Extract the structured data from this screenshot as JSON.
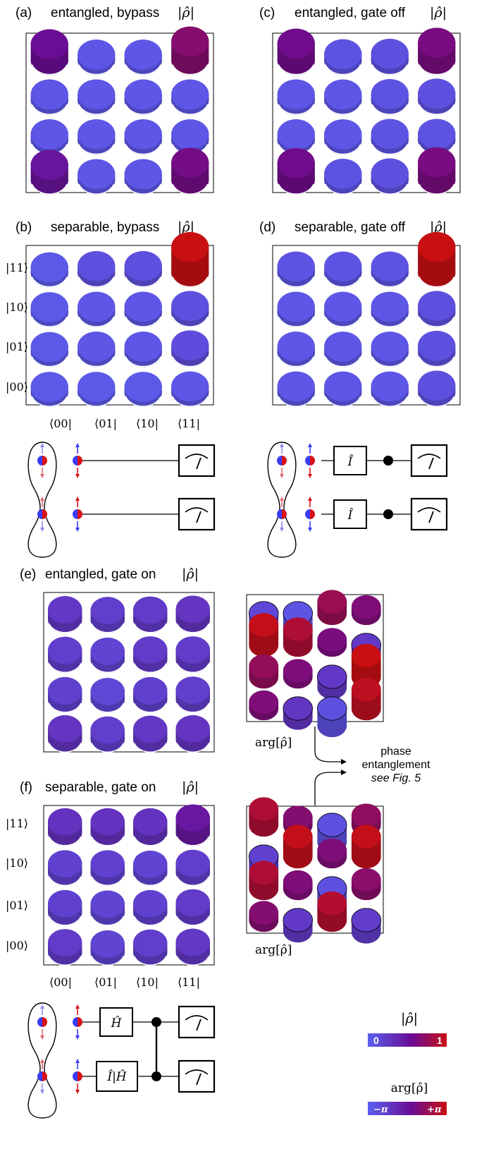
{
  "panels": {
    "a": {
      "letter": "(a)",
      "title": "entangled, bypass",
      "rho": "|ρ̂|",
      "grid": [
        [
          0.55,
          0.06,
          0.06,
          0.68
        ],
        [
          0.06,
          0.06,
          0.06,
          0.06
        ],
        [
          0.06,
          0.06,
          0.06,
          0.06
        ],
        [
          0.5,
          0.06,
          0.06,
          0.6
        ]
      ]
    },
    "b": {
      "letter": "(b)",
      "title": "separable, bypass",
      "rho": "|ρ̂|",
      "grid": [
        [
          0.04,
          0.1,
          0.1,
          1.0
        ],
        [
          0.04,
          0.06,
          0.06,
          0.1
        ],
        [
          0.04,
          0.06,
          0.06,
          0.12
        ],
        [
          0.04,
          0.04,
          0.04,
          0.06
        ]
      ]
    },
    "c": {
      "letter": "(c)",
      "title": "entangled, gate off",
      "rho": "|ρ̂|",
      "grid": [
        [
          0.58,
          0.08,
          0.1,
          0.62
        ],
        [
          0.06,
          0.06,
          0.08,
          0.1
        ],
        [
          0.06,
          0.06,
          0.08,
          0.08
        ],
        [
          0.58,
          0.08,
          0.1,
          0.62
        ]
      ]
    },
    "d": {
      "letter": "(d)",
      "title": "separable, gate off",
      "rho": "|ρ̂|",
      "grid": [
        [
          0.08,
          0.08,
          0.08,
          1.0
        ],
        [
          0.06,
          0.06,
          0.06,
          0.1
        ],
        [
          0.06,
          0.06,
          0.06,
          0.1
        ],
        [
          0.06,
          0.06,
          0.06,
          0.1
        ]
      ]
    },
    "e": {
      "letter": "(e)",
      "title": "entangled, gate on",
      "rho": "|ρ̂|",
      "grid": [
        [
          0.26,
          0.22,
          0.24,
          0.28
        ],
        [
          0.22,
          0.18,
          0.24,
          0.24
        ],
        [
          0.2,
          0.16,
          0.2,
          0.22
        ],
        [
          0.28,
          0.22,
          0.26,
          0.28
        ]
      ]
    },
    "f": {
      "letter": "(f)",
      "title": "separable, gate on",
      "rho": "|ρ̂|",
      "grid": [
        [
          0.3,
          0.3,
          0.3,
          0.48
        ],
        [
          0.2,
          0.2,
          0.18,
          0.22
        ],
        [
          0.2,
          0.18,
          0.2,
          0.24
        ],
        [
          0.24,
          0.18,
          0.22,
          0.26
        ]
      ]
    }
  },
  "phase_panels": {
    "e": {
      "label": "arg[ρ̂]",
      "grid": [
        [
          -0.7,
          -0.85,
          0.55,
          0.3
        ],
        [
          0.95,
          0.75,
          0.25,
          -0.5
        ],
        [
          0.5,
          0.28,
          -0.5,
          1.0
        ],
        [
          0.3,
          -0.45,
          -0.8,
          0.9
        ]
      ]
    },
    "f": {
      "label": "arg[ρ̂]",
      "grid": [
        [
          0.75,
          0.35,
          -0.8,
          0.45
        ],
        [
          -0.6,
          0.95,
          0.3,
          0.95
        ],
        [
          0.75,
          0.3,
          -0.8,
          0.4
        ],
        [
          0.35,
          -0.5,
          0.8,
          -0.55
        ]
      ]
    }
  },
  "row_labels": [
    "|11⟩",
    "|10⟩",
    "|01⟩",
    "|00⟩"
  ],
  "col_labels": [
    "⟨00|",
    "⟨01|",
    "⟨10|",
    "⟨11|"
  ],
  "circuit": {
    "identity_op": "Î",
    "hadamard_op": "Ĥ",
    "conditional_op": "Î|Ĥ"
  },
  "phase_note": {
    "line1": "phase",
    "line2": "entanglement",
    "line3": "see Fig. 5"
  },
  "legend": {
    "abs_title": "|ρ̂|",
    "abs_min": "0",
    "abs_max": "1",
    "arg_title": "arg[ρ̂]",
    "arg_min": "−π",
    "arg_max": "+π",
    "color_low": "#5b5ff0",
    "color_mid": "#6a0c94",
    "color_high": "#c80f12"
  }
}
